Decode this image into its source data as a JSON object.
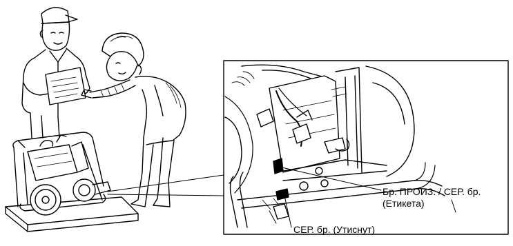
{
  "labels": {
    "serial_label_line1": "Бр. ПРОИЗ. / СЕР. бр.",
    "serial_label_line2": "(Етикета)",
    "frame_serial_label": "СЕР. бр. (Утиснут)"
  },
  "colors": {
    "line": "#000000",
    "background": "#ffffff"
  }
}
